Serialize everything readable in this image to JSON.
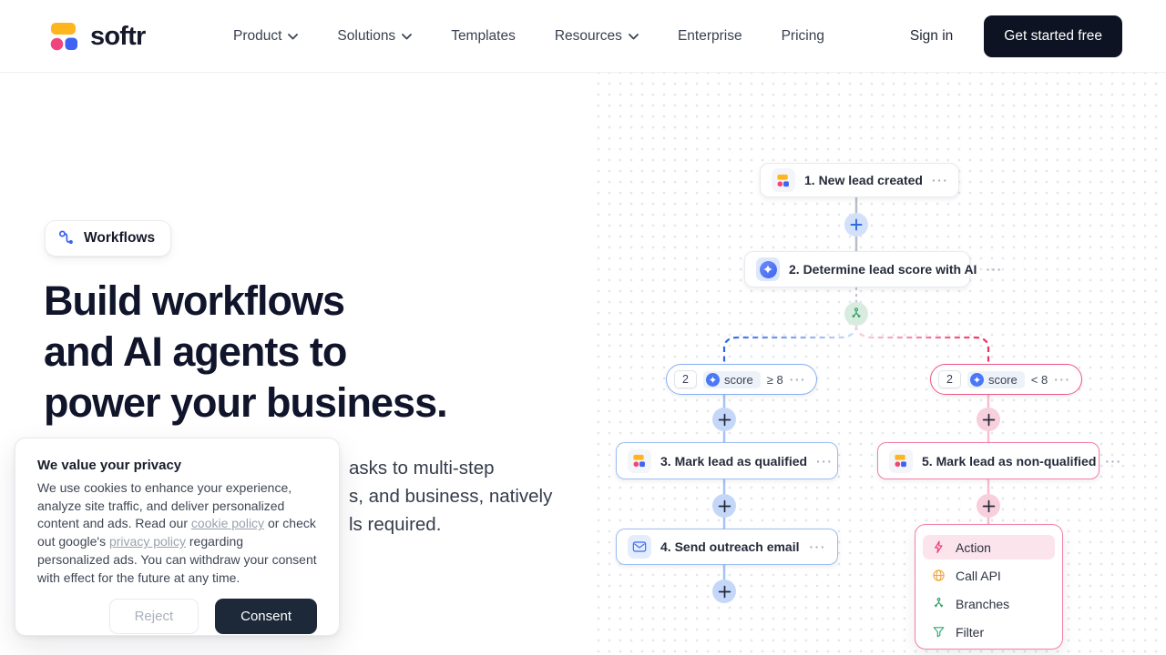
{
  "brand": {
    "logo_text": "softr"
  },
  "colors": {
    "logo_yellow": "#ffb61e",
    "logo_pink": "#f0457c",
    "logo_blue": "#3e63f2",
    "dark_navy": "#0d1322",
    "branch_blue": "#2c67e8",
    "branch_pink": "#ee2e64",
    "green": "#2f9e62",
    "orange": "#f2a63b"
  },
  "ui": {
    "ellipsis": "···"
  },
  "nav": {
    "items": [
      {
        "label": "Product"
      },
      {
        "label": "Solutions"
      },
      {
        "label": "Templates"
      },
      {
        "label": "Resources"
      },
      {
        "label": "Enterprise"
      },
      {
        "label": "Pricing"
      }
    ],
    "sign_in_label": "Sign in",
    "cta_label": "Get started free"
  },
  "hero": {
    "badge_label": "Workflows",
    "title_line1": "Build workflows",
    "title_line2": "and AI agents to",
    "title_line3": "power your business.",
    "subtitle_fragment_line1": "asks to multi-step",
    "subtitle_fragment_line2": "s, and business, natively",
    "subtitle_fragment_line3": "ls required."
  },
  "cookie_banner": {
    "title": "We value your privacy",
    "body_part1": "We use cookies to enhance your experience, analyze site traffic, and deliver personalized content and ads. Read our ",
    "link_cookie_policy": "cookie policy",
    "body_part2": " or check out google's ",
    "link_privacy_policy": "privacy policy",
    "body_part3": " regarding personalized ads. You can withdraw your consent with effect for the future at any time.",
    "reject_label": "Reject",
    "consent_label": "Consent"
  },
  "workflow": {
    "node1_label": "1. New lead created",
    "node2_label": "2. Determine lead score with AI",
    "node3_label": "3. Mark lead as qualified",
    "node4_label": "4. Send outreach email",
    "node5_label": "5. Mark lead as non-qualified",
    "condition_left": {
      "step": "2",
      "field": "score",
      "operator": "≥ 8"
    },
    "condition_right": {
      "step": "2",
      "field": "score",
      "operator": "< 8"
    },
    "add_menu_items": [
      {
        "label": "Action"
      },
      {
        "label": "Call API"
      },
      {
        "label": "Branches"
      },
      {
        "label": "Filter"
      }
    ]
  }
}
